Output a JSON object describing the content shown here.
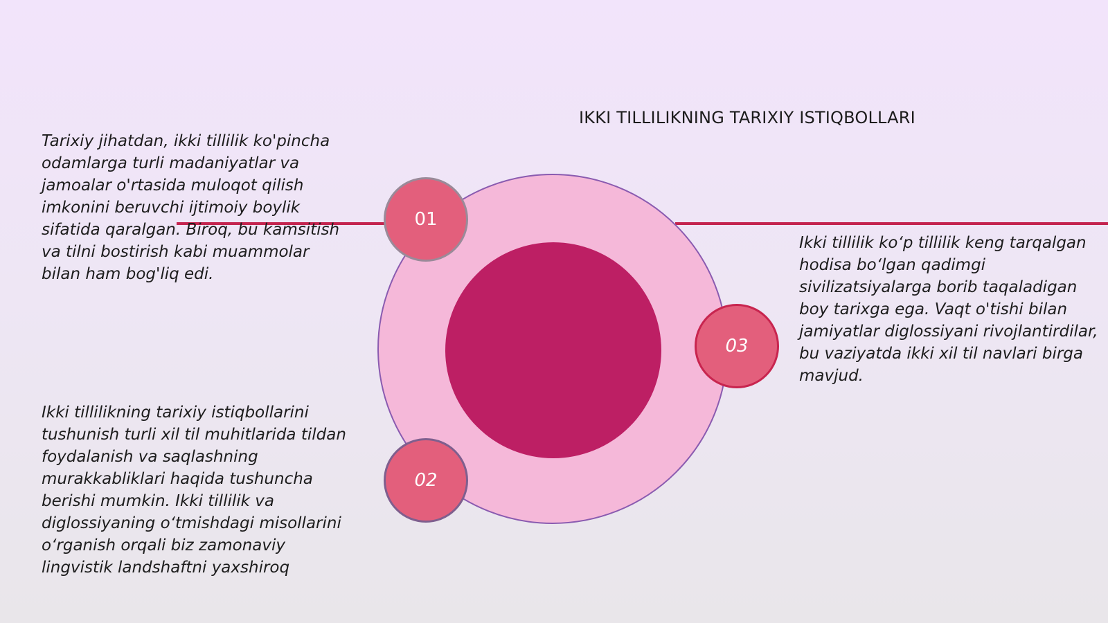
{
  "title": "IKKI TILLILIKNING TARIXIY ISTIQBOLLARI",
  "colors": {
    "accent_line": "#c4244f",
    "ring_fill": "#f5b8d9",
    "core_fill": "#bd1f64",
    "node_fill": "#e35f7c"
  },
  "nodes": [
    {
      "label": "01"
    },
    {
      "label": "02"
    },
    {
      "label": "03"
    }
  ],
  "paragraphs": {
    "left_top": "Tarixiy jihatdan, ikki tillilik ko'pincha odamlarga turli madaniyatlar va jamoalar o'rtasida muloqot qilish imkonini beruvchi ijtimoiy boylik sifatida qaralgan. Biroq, bu kamsitish va tilni bostirish kabi muammolar bilan ham bog'liq edi.",
    "left_bottom": "Ikki tillilikning tarixiy istiqbollarini tushunish turli xil til muhitlarida tildan foydalanish va saqlashning murakkabliklari haqida tushuncha berishi mumkin. Ikki tillilik va diglossiyaning oʻtmishdagi misollarini oʻrganish orqali biz zamonaviy lingvistik landshaftni yaxshiroq",
    "right": "Ikki tillilik koʻp tillilik keng tarqalgan hodisa boʻlgan qadimgi sivilizatsiyalarga borib taqaladigan boy tarixga ega. Vaqt o'tishi bilan jamiyatlar diglossiyani rivojlantirdilar, bu vaziyatda ikki xil til navlari birga mavjud."
  }
}
